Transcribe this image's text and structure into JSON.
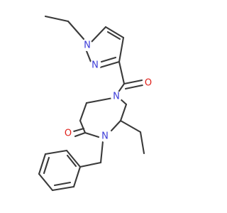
{
  "molecule": {
    "atom_labels": {
      "n_pyrazole_1": "N",
      "n_pyrazole_2": "N",
      "o_carbonyl_amide": "O",
      "n_diazepane_1": "N",
      "n_diazepane_4": "N",
      "o_lactam": "O"
    }
  },
  "colors": {
    "bond": "#3a3a3a",
    "nitrogen": "#3c3cd8",
    "oxygen": "#e0201a",
    "background": "#ffffff"
  }
}
